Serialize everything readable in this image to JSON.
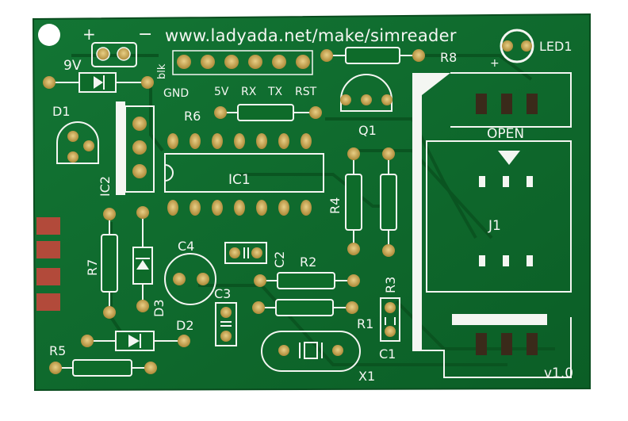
{
  "board": {
    "url": "www.ladyada.net/make/simreader",
    "version": "v1.0",
    "colors": {
      "solder_mask": "#0e6b2a",
      "trace": "#0b5a22",
      "silkscreen": "#f4f6f2",
      "pad": "#c9a24a",
      "background": "#ffffff"
    }
  },
  "battery": {
    "plus": "+",
    "minus": "−",
    "label": "9V"
  },
  "header": {
    "label_blk": "blk",
    "pins": [
      "GND",
      "5V",
      "RX",
      "TX",
      "RST"
    ]
  },
  "sim_socket": {
    "label_open": "OPEN",
    "label_ref": "J1"
  },
  "refs": {
    "r1": "R1",
    "r2": "R2",
    "r3": "R3",
    "r4": "R4",
    "r5": "R5",
    "r6": "R6",
    "r7": "R7",
    "r8": "R8",
    "c1": "C1",
    "c2": "C2",
    "c3": "C3",
    "c4": "C4",
    "d1": "D1",
    "d2": "D2",
    "d3": "D3",
    "ic1": "IC1",
    "ic2": "IC2",
    "q1": "Q1",
    "x1": "X1",
    "led1": "LED1",
    "led_plus": "+"
  }
}
